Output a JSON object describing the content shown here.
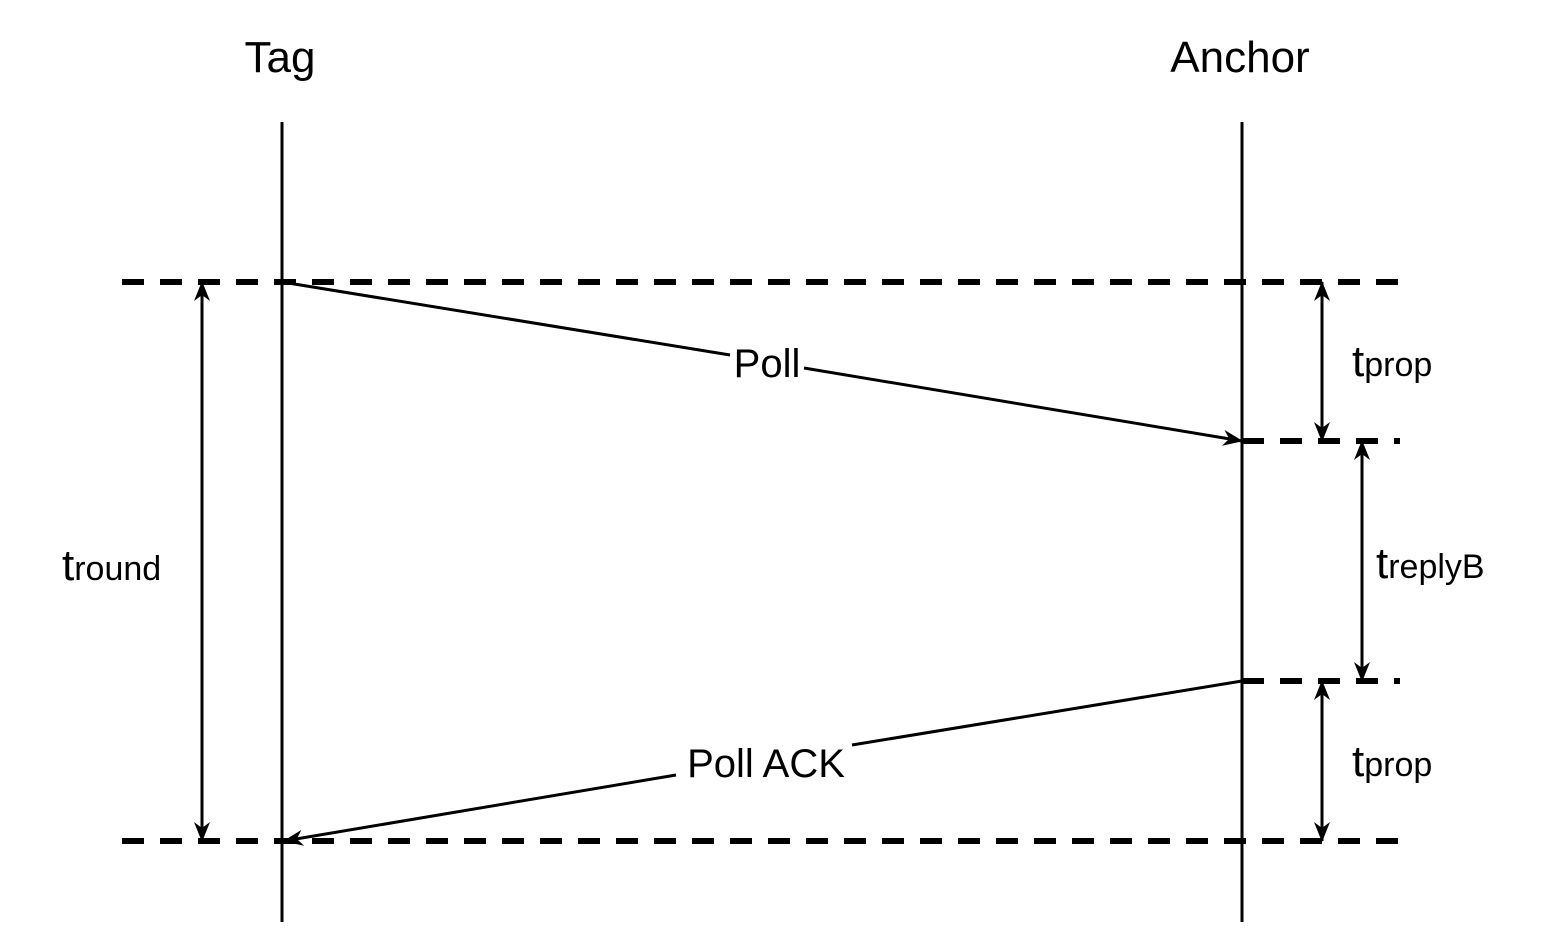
{
  "participants": {
    "left": "Tag",
    "right": "Anchor"
  },
  "messages": {
    "poll": "Poll",
    "poll_ack": "Poll ACK"
  },
  "intervals": {
    "round": {
      "base": "t",
      "sub": "round"
    },
    "prop_top": {
      "base": "t",
      "sub": "prop"
    },
    "reply": {
      "base": "t",
      "sub": "replyB"
    },
    "prop_bottom": {
      "base": "t",
      "sub": "prop"
    }
  }
}
